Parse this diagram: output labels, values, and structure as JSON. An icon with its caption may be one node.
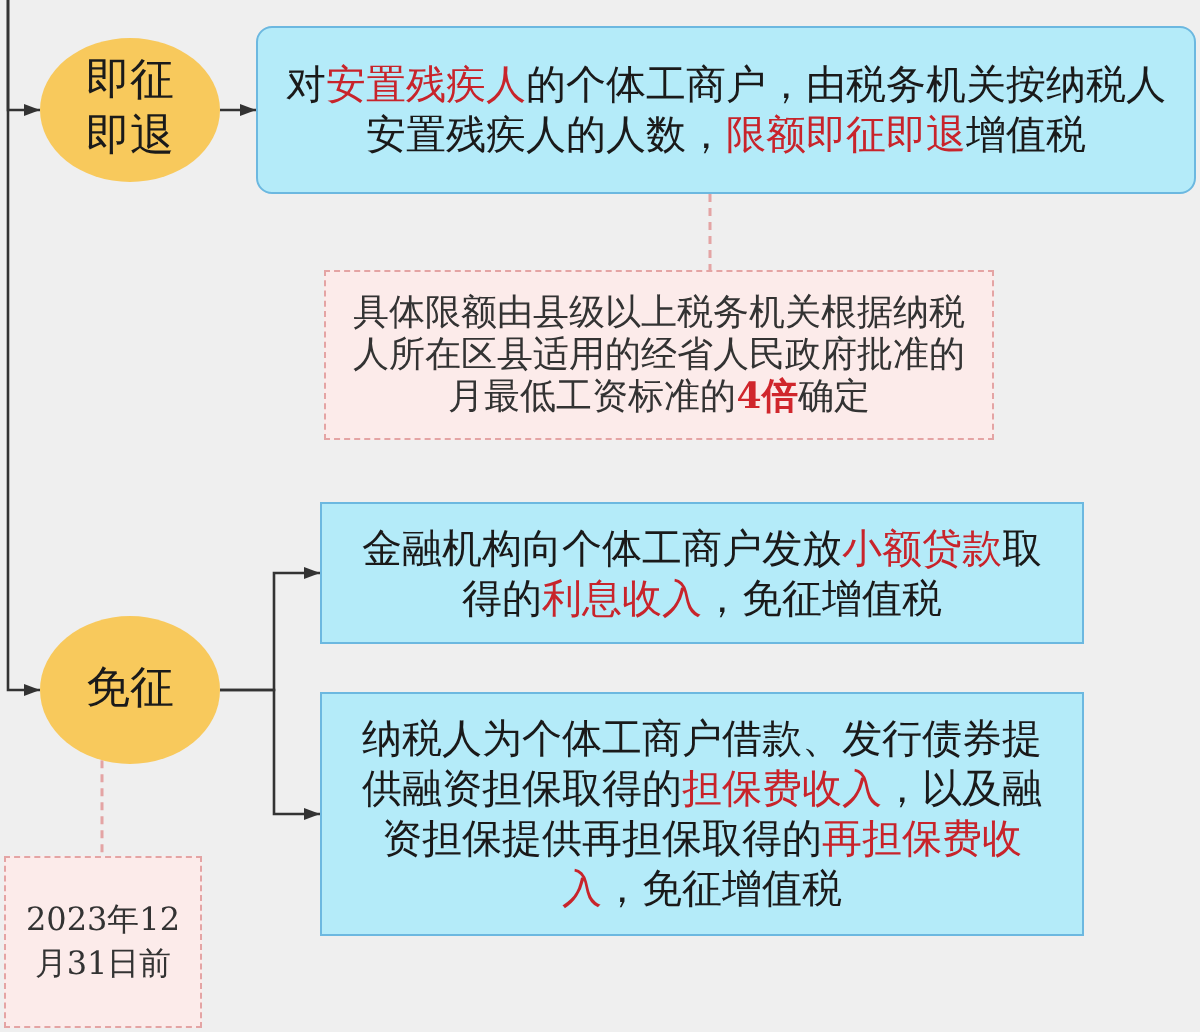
{
  "diagram": {
    "nodes": [
      {
        "text": [
          "即征即退"
        ]
      },
      {
        "text": [
          "对**安置残疾人**的个体工商户，由税务机关按纳税人安置残疾人的人数，**限额即征即退**增值税"
        ]
      },
      {
        "text": [
          "具体限额由县级以上税务机关根据纳税人所在区县适用的经省人民政府批准的月最低工资标准的**4倍**确定"
        ]
      },
      {
        "text": [
          "免征"
        ]
      },
      {
        "text": [
          "金融机构向个体工商户发放**小额贷款**取得的**利息收入**，免征增值税"
        ]
      },
      {
        "text": [
          "纳税人为个体工商户借款、发行债券提供融资担保取得的**担保费收入**，以及融资担保提供再担保取得的**再担保费收入**，免征增值税"
        ]
      },
      {
        "text": [
          "2023年12月31日前"
        ]
      }
    ],
    "edges": [
      {
        "from": null,
        "to": 0,
        "arrow": "to"
      },
      {
        "from": null,
        "to": 3,
        "arrow": "to"
      },
      {
        "from": 0,
        "to": 1,
        "arrow": "to"
      },
      {
        "from": 1,
        "to": 2,
        "arrow": "none",
        "style": "dashed",
        "color": "#e4a4a4"
      },
      {
        "from": 3,
        "to": 4,
        "arrow": "to"
      },
      {
        "from": 3,
        "to": 5,
        "arrow": "to"
      },
      {
        "from": 3,
        "to": 6,
        "arrow": "none",
        "style": "dashed",
        "color": "#e4a4a4"
      }
    ]
  }
}
